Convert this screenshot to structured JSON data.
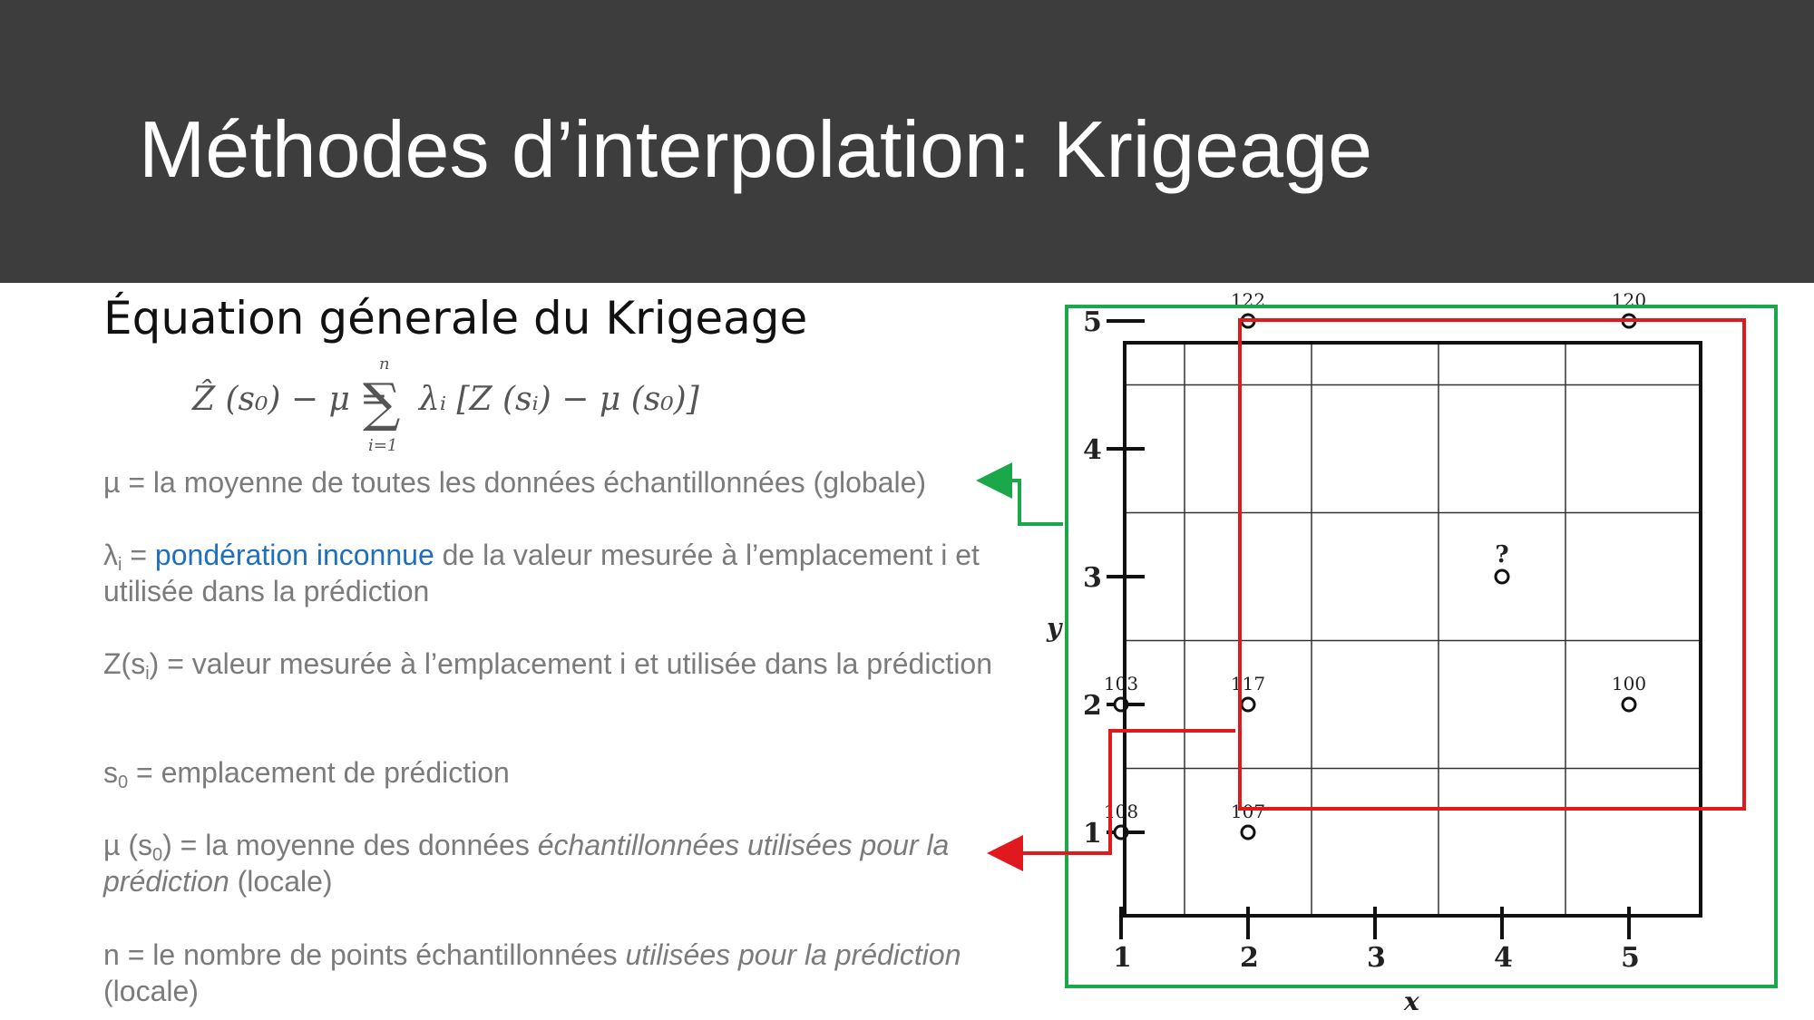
{
  "slide": {
    "title": "Méthodes d’interpolation: Krigeage",
    "subtitle": "Équation génerale du Krigeage"
  },
  "equation": {
    "lhs": "Ẑ (s₀) − μ =",
    "sum_upper": "n",
    "sum_lower": "i=1",
    "rhs": "λᵢ [Z (sᵢ) − μ (s₀)]"
  },
  "definitions": {
    "mu_global": "µ = la moyenne de toutes les données échantillonnées (globale)",
    "lambda_symbol": "λ",
    "lambda_sub": "i",
    "lambda_eq": " = ",
    "lambda_highlight": "pondération inconnue",
    "lambda_rest": " de la valeur mesurée à l’emplacement i et utilisée dans la prédiction",
    "z_pre": "Z(s",
    "z_sub": "i",
    "z_rest": ") = valeur mesurée à l’emplacement i et utilisée dans la prédiction",
    "s0_pre": "s",
    "s0_sub": "0",
    "s0_rest": " = emplacement de prédiction",
    "mu_local_pre": "µ (s",
    "mu_local_sub": "0",
    "mu_local_mid": ") = la moyenne des données ",
    "mu_local_italic": "échantillonnées utilisées pour la prédiction",
    "mu_local_rest": " (locale)",
    "n_pre": "n = le nombre de points échantillonnées ",
    "n_italic": "utilisées pour la prédiction",
    "n_rest": " (locale)"
  },
  "figure": {
    "x_axis_label": "x",
    "y_axis_label": "y",
    "x_ticks": [
      "1",
      "2",
      "3",
      "4",
      "5"
    ],
    "y_ticks": [
      "1",
      "2",
      "3",
      "4",
      "5"
    ],
    "points": [
      {
        "x": 2,
        "y": 5,
        "label": "122"
      },
      {
        "x": 5,
        "y": 5,
        "label": "120"
      },
      {
        "x": 4,
        "y": 3,
        "label": "?"
      },
      {
        "x": 1,
        "y": 2,
        "label": "103"
      },
      {
        "x": 2,
        "y": 2,
        "label": "117"
      },
      {
        "x": 5,
        "y": 2,
        "label": "100"
      },
      {
        "x": 1,
        "y": 1,
        "label": "108"
      },
      {
        "x": 2,
        "y": 1,
        "label": "107"
      }
    ],
    "colors": {
      "global_box": "#1aa84a",
      "local_box": "#e0191e"
    }
  }
}
